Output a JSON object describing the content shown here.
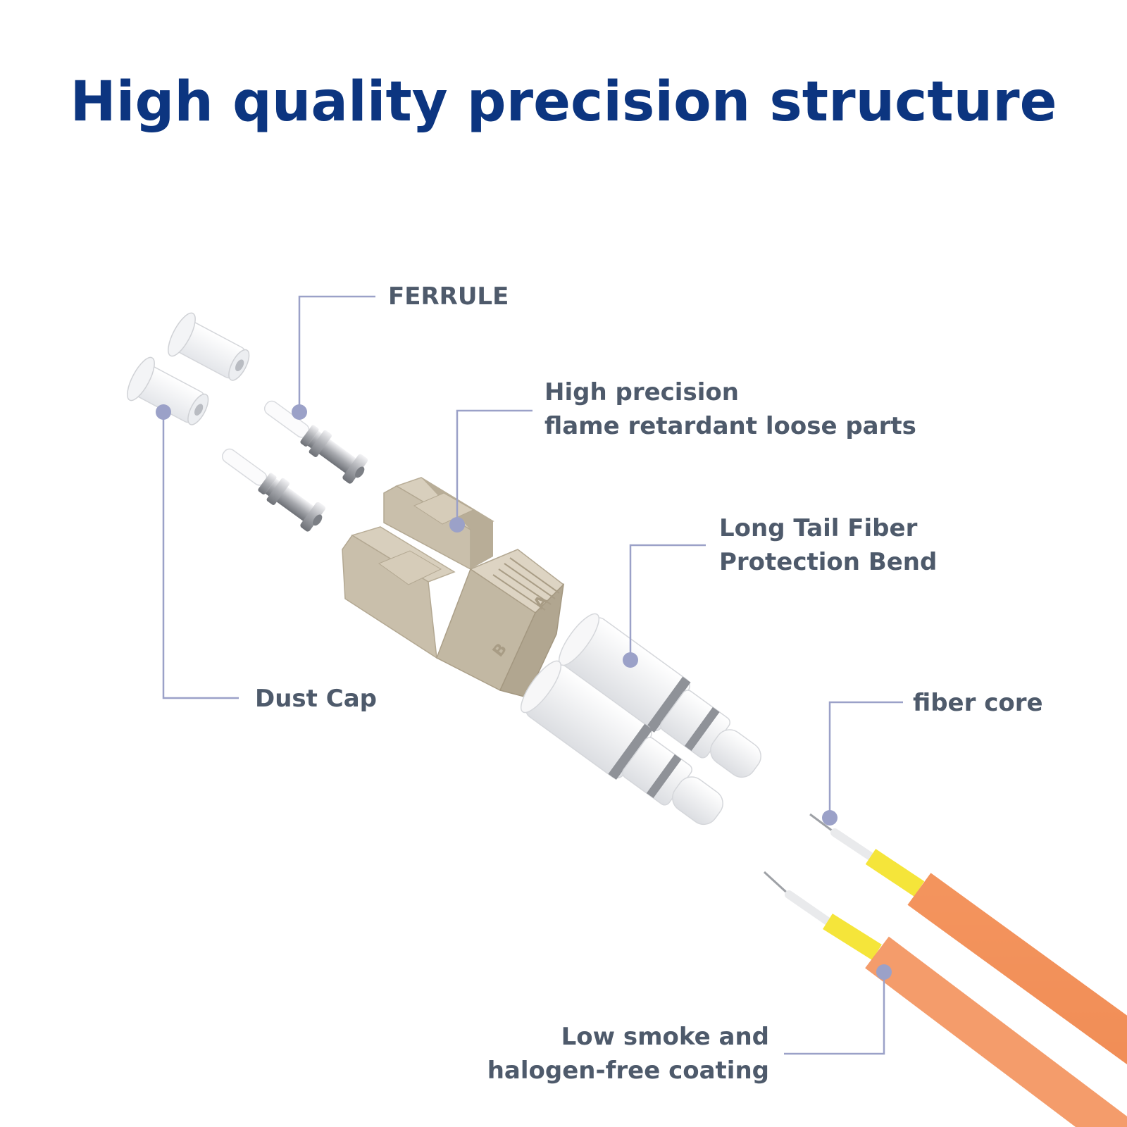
{
  "title": "High quality precision structure",
  "labels": {
    "ferrule": "FERRULE",
    "loose_parts_line1": "High precision",
    "loose_parts_line2": "flame retardant loose parts",
    "tail_line1": "Long Tail Fiber",
    "tail_line2": "Protection Bend",
    "dust_cap": "Dust Cap",
    "fiber_core": "fiber core",
    "coating_line1": "Low smoke and",
    "coating_line2": "halogen-free coating"
  },
  "housing_marks": {
    "a": "A",
    "b": "B"
  },
  "colors": {
    "title": "#0c3580",
    "label_text": "#4e5a6b",
    "leader_line": "#9ba1c8",
    "housing": "#c9bfab",
    "cable_jacket": "#f08a52",
    "buffer_yellow": "#f5e53a"
  }
}
